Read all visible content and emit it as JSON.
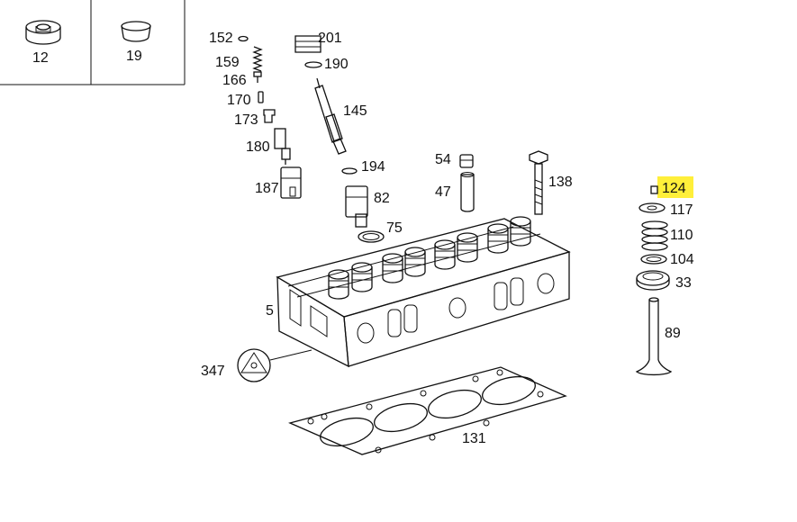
{
  "inset_parts": [
    {
      "id": "inset-part-12",
      "label": "12"
    },
    {
      "id": "inset-part-19",
      "label": "19"
    }
  ],
  "labels": {
    "p152": "152",
    "p201": "201",
    "p159": "159",
    "p190": "190",
    "p166": "166",
    "p170": "170",
    "p145": "145",
    "p173": "173",
    "p180": "180",
    "p194": "194",
    "p187": "187",
    "p82": "82",
    "p75": "75",
    "p54": "54",
    "p47": "47",
    "p138": "138",
    "p124": "124",
    "p117": "117",
    "p110": "110",
    "p104": "104",
    "p33": "33",
    "p5": "5",
    "p89": "89",
    "p347": "347",
    "p131": "131"
  },
  "highlighted_part": "124",
  "colors": {
    "highlight": "#ffef3a",
    "line": "#111111",
    "background": "#ffffff"
  }
}
